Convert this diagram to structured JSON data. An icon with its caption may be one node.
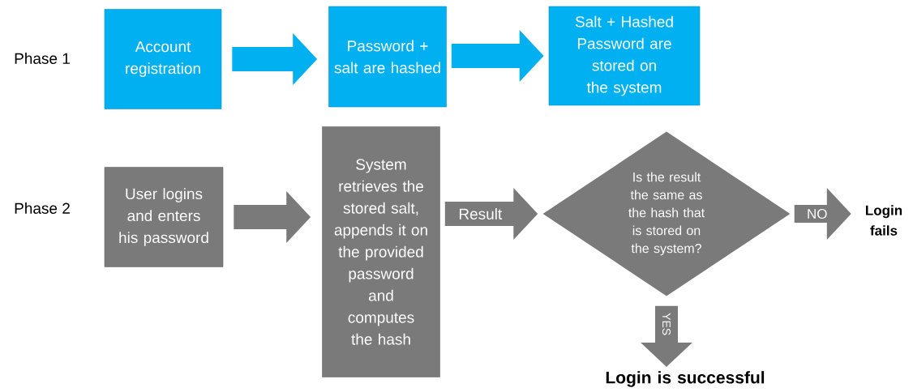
{
  "diagram": {
    "nodes": [
      {
        "text": [
          "Account registration"
        ]
      },
      {
        "text": [
          "Password + salt are hashed"
        ]
      },
      {
        "text": [
          "Salt + Hashed Password are stored on the system"
        ]
      },
      {
        "text": [
          "User logins and enters his password"
        ]
      },
      {
        "text": [
          "System retrieves the stored salt, appends it on the provided password and computes the hash"
        ]
      },
      {
        "text": [
          "Is the result the same as the hash that is stored on the system?"
        ]
      },
      {
        "text": [
          "Login fails"
        ]
      },
      {
        "text": [
          "Login is successful"
        ]
      }
    ],
    "edges": [
      {
        "from": 0,
        "to": 1,
        "arrow": "to",
        "color": "#00b0f0"
      },
      {
        "from": 1,
        "to": 2,
        "arrow": "to",
        "color": "#00b0f0"
      },
      {
        "from": 3,
        "to": 4,
        "arrow": "to"
      },
      {
        "from": 4,
        "to": 5,
        "arrow": "to",
        "label": "Result"
      },
      {
        "from": 5,
        "to": 6,
        "arrow": "to",
        "label": "NO"
      },
      {
        "from": 5,
        "to": 7,
        "arrow": "to",
        "label": "YES"
      }
    ],
    "labels": [
      "Phase 1",
      "Phase 2"
    ]
  }
}
